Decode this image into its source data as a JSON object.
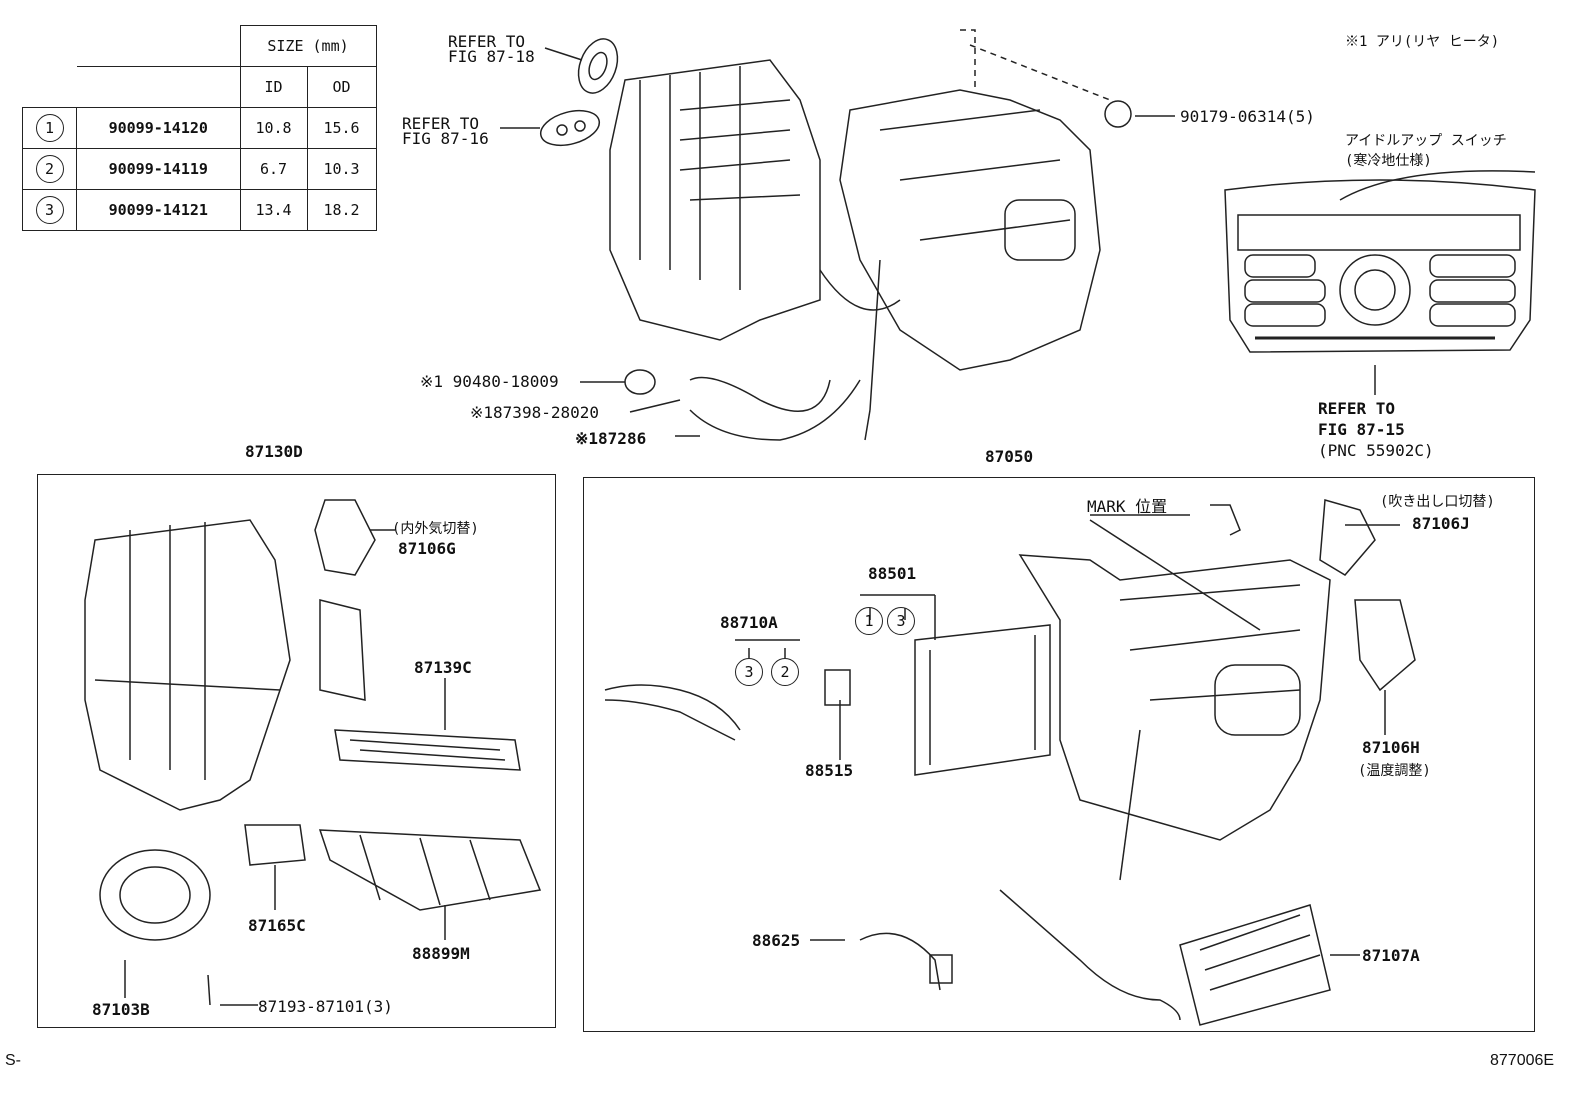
{
  "size_table": {
    "header": "SIZE (mm)",
    "col_id": "ID",
    "col_od": "OD",
    "rows": [
      {
        "mark": "1",
        "part": "90099-14120",
        "id": "10.8",
        "od": "15.6"
      },
      {
        "mark": "2",
        "part": "90099-14119",
        "id": "6.7",
        "od": "10.3"
      },
      {
        "mark": "3",
        "part": "90099-14121",
        "id": "13.4",
        "od": "18.2"
      }
    ]
  },
  "top_labels": {
    "refer_18_a": "REFER TO",
    "refer_18_b": "FIG 87-18",
    "refer_16_a": "REFER TO",
    "refer_16_b": "FIG 87-16",
    "part_90179": "90179-06314(5)",
    "note_1": "※1 アリ(リヤ ヒータ)",
    "idle_switch_a": "アイドルアップ スイッチ",
    "idle_switch_b": "(寒冷地仕様)",
    "part_90480": "※1 90480-18009",
    "part_87398": "※187398-28020",
    "part_87286": "※187286",
    "refer_15_a": "REFER TO",
    "refer_15_b": "FIG 87-15",
    "refer_15_c": "(PNC 55902C)"
  },
  "left_box": {
    "title": "87130D",
    "part_87106G_note": "(内外気切替)",
    "part_87106G": "87106G",
    "part_87139C": "87139C",
    "part_87165C": "87165C",
    "part_88899M": "88899M",
    "part_87103B": "87103B",
    "part_87193": "87193-87101(3)"
  },
  "right_box": {
    "title": "87050",
    "mark_label": "MARK 位置",
    "part_87106J_note": "(吹き出し口切替)",
    "part_87106J": "87106J",
    "part_88501": "88501",
    "part_88710A": "88710A",
    "part_88515": "88515",
    "part_87106H": "87106H",
    "part_87106H_note": "(温度調整)",
    "part_88625": "88625",
    "part_87107A": "87107A",
    "circ_1": "1",
    "circ_3a": "3",
    "circ_3b": "3",
    "circ_2": "2"
  },
  "footer": {
    "left": "S-",
    "right": "877006E"
  }
}
